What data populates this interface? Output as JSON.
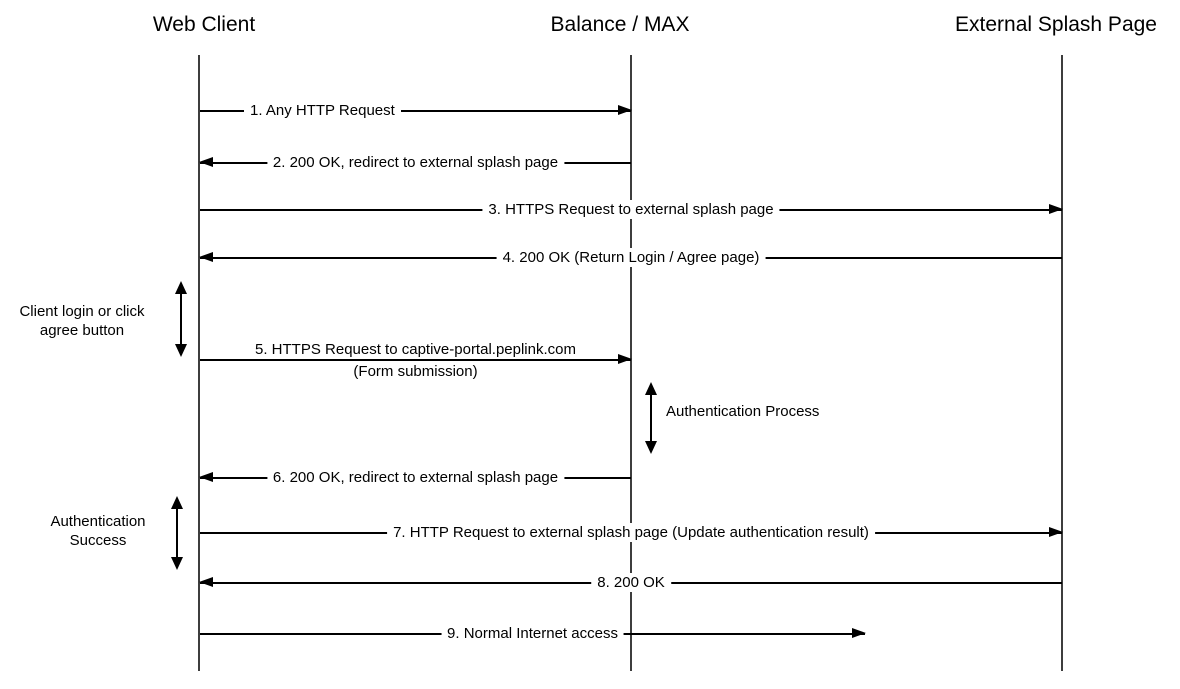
{
  "diagram": {
    "type": "sequence-diagram",
    "actors": [
      {
        "name": "Web Client"
      },
      {
        "name": "Balance / MAX"
      },
      {
        "name": "External Splash Page"
      }
    ],
    "messages": [
      {
        "label": "1. Any HTTP Request",
        "from": "Web Client",
        "to": "Balance / MAX",
        "direction": "right"
      },
      {
        "label": "2. 200 OK, redirect to external splash page",
        "from": "Balance / MAX",
        "to": "Web Client",
        "direction": "left"
      },
      {
        "label": "3. HTTPS Request to external splash page",
        "from": "Web Client",
        "to": "External Splash Page",
        "direction": "right"
      },
      {
        "label": "4. 200 OK (Return Login / Agree page)",
        "from": "External Splash Page",
        "to": "Web Client",
        "direction": "left"
      },
      {
        "label": "5. HTTPS Request to captive-portal.peplink.com",
        "sublabel": "(Form submission)",
        "from": "Web Client",
        "to": "Balance / MAX",
        "direction": "right"
      },
      {
        "label": "6. 200 OK, redirect to external splash page",
        "from": "Balance / MAX",
        "to": "Web Client",
        "direction": "left"
      },
      {
        "label": "7. HTTP Request to external splash page (Update authentication result)",
        "from": "Web Client",
        "to": "External Splash Page",
        "direction": "right"
      },
      {
        "label": "8. 200 OK",
        "from": "External Splash Page",
        "to": "Web Client",
        "direction": "left"
      },
      {
        "label": "9. Normal Internet access",
        "from": "Web Client",
        "to": "Internet",
        "direction": "right"
      }
    ],
    "annotations": [
      {
        "line1": "Client login or click",
        "line2": "agree button",
        "attached_to": "Web Client"
      },
      {
        "line1": "Authentication Process",
        "attached_to": "Balance / MAX"
      },
      {
        "line1": "Authentication",
        "line2": "Success",
        "attached_to": "Web Client"
      }
    ],
    "colors": {
      "background": "#ffffff",
      "message_line": "#000000",
      "lifeline": "#3d3d3d",
      "text": "#000000"
    }
  }
}
